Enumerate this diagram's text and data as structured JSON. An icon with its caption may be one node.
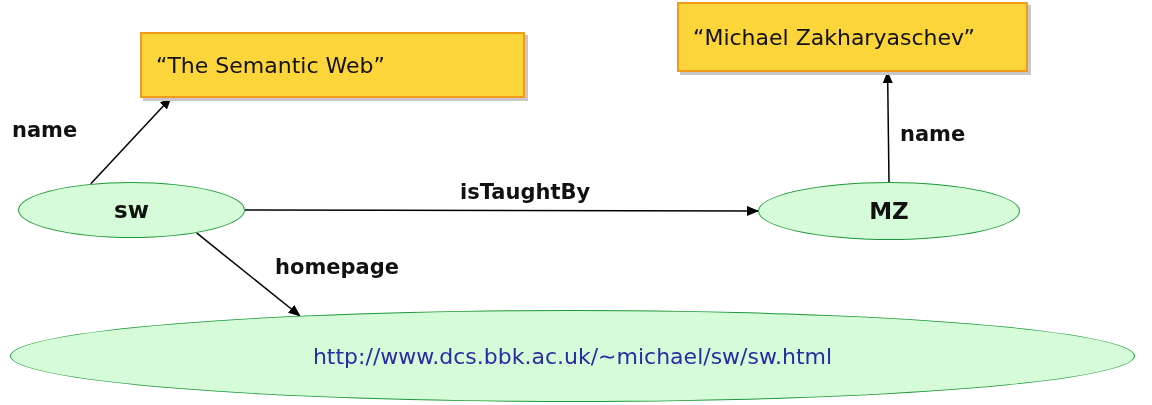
{
  "diagram": {
    "nodes": [
      {
        "text": [
          "“The Semantic Web”"
        ]
      },
      {
        "text": [
          "“Michael Zakharyaschev”"
        ]
      },
      {
        "text": [
          "sw"
        ]
      },
      {
        "text": [
          "MZ"
        ]
      },
      {
        "text": [
          "http://www.dcs.bbk.ac.uk/∼michael/sw/sw.html"
        ]
      }
    ],
    "edges": [
      {
        "from": 2,
        "to": 0,
        "arrow": "to",
        "label": "name"
      },
      {
        "from": 2,
        "to": 3,
        "arrow": "to",
        "label": "isTaughtBy"
      },
      {
        "from": 2,
        "to": 4,
        "arrow": "to",
        "label": "homepage"
      },
      {
        "from": 3,
        "to": 1,
        "arrow": "to",
        "label": "name"
      }
    ]
  }
}
